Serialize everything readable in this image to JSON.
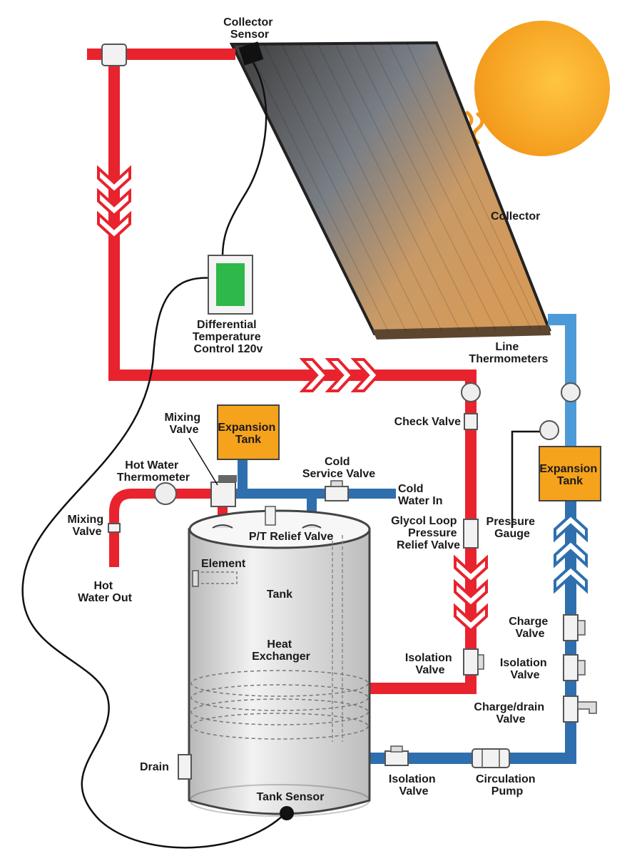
{
  "colors": {
    "hot_pipe": "#e8232e",
    "cold_pipe": "#2f6fae",
    "glycol_cold_pipe": "#4d9ad8",
    "sun": "#f7a623",
    "control_green": "#2eb84a",
    "expansion_tank": "#f5a21c",
    "collector_light": "#d49a5a",
    "collector_dark": "#4a4a4a",
    "tank_body": "#d6d6d6"
  },
  "labels": {
    "collector_sensor": [
      "Collector",
      "Sensor"
    ],
    "collector": "Collector",
    "differential_control": [
      "Differential",
      "Temperature",
      "Control 120v"
    ],
    "line_thermometers": [
      "Line",
      "Thermometers"
    ],
    "check_valve": "Check Valve",
    "expansion_tank_left": [
      "Expansion",
      "Tank"
    ],
    "expansion_tank_right": [
      "Expansion",
      "Tank"
    ],
    "mixing_valve_top": [
      "Mixing",
      "Valve"
    ],
    "hot_water_thermometer": [
      "Hot Water",
      "Thermometer"
    ],
    "cold_service_valve": [
      "Cold",
      "Service Valve"
    ],
    "cold_water_in": [
      "Cold",
      "Water In"
    ],
    "mixing_valve_left": [
      "Mixing",
      "Valve"
    ],
    "pt_relief_valve": "P/T Relief Valve",
    "glycol_relief": [
      "Glycol Loop",
      "Pressure",
      "Relief Valve"
    ],
    "pressure_gauge": [
      "Pressure",
      "Gauge"
    ],
    "hot_water_out": [
      "Hot",
      "Water Out"
    ],
    "element": "Element",
    "tank": "Tank",
    "heat_exchanger": [
      "Heat",
      "Exchanger"
    ],
    "charge_valve": [
      "Charge",
      "Valve"
    ],
    "isolation_valve_right": [
      "Isolation",
      "Valve"
    ],
    "isolation_valve_mid": [
      "Isolation",
      "Valve"
    ],
    "charge_drain_valve": [
      "Charge/drain",
      "Valve"
    ],
    "drain": "Drain",
    "isolation_valve_bottom": [
      "Isolation",
      "Valve"
    ],
    "circulation_pump": [
      "Circulation",
      "Pump"
    ],
    "tank_sensor": "Tank Sensor"
  }
}
